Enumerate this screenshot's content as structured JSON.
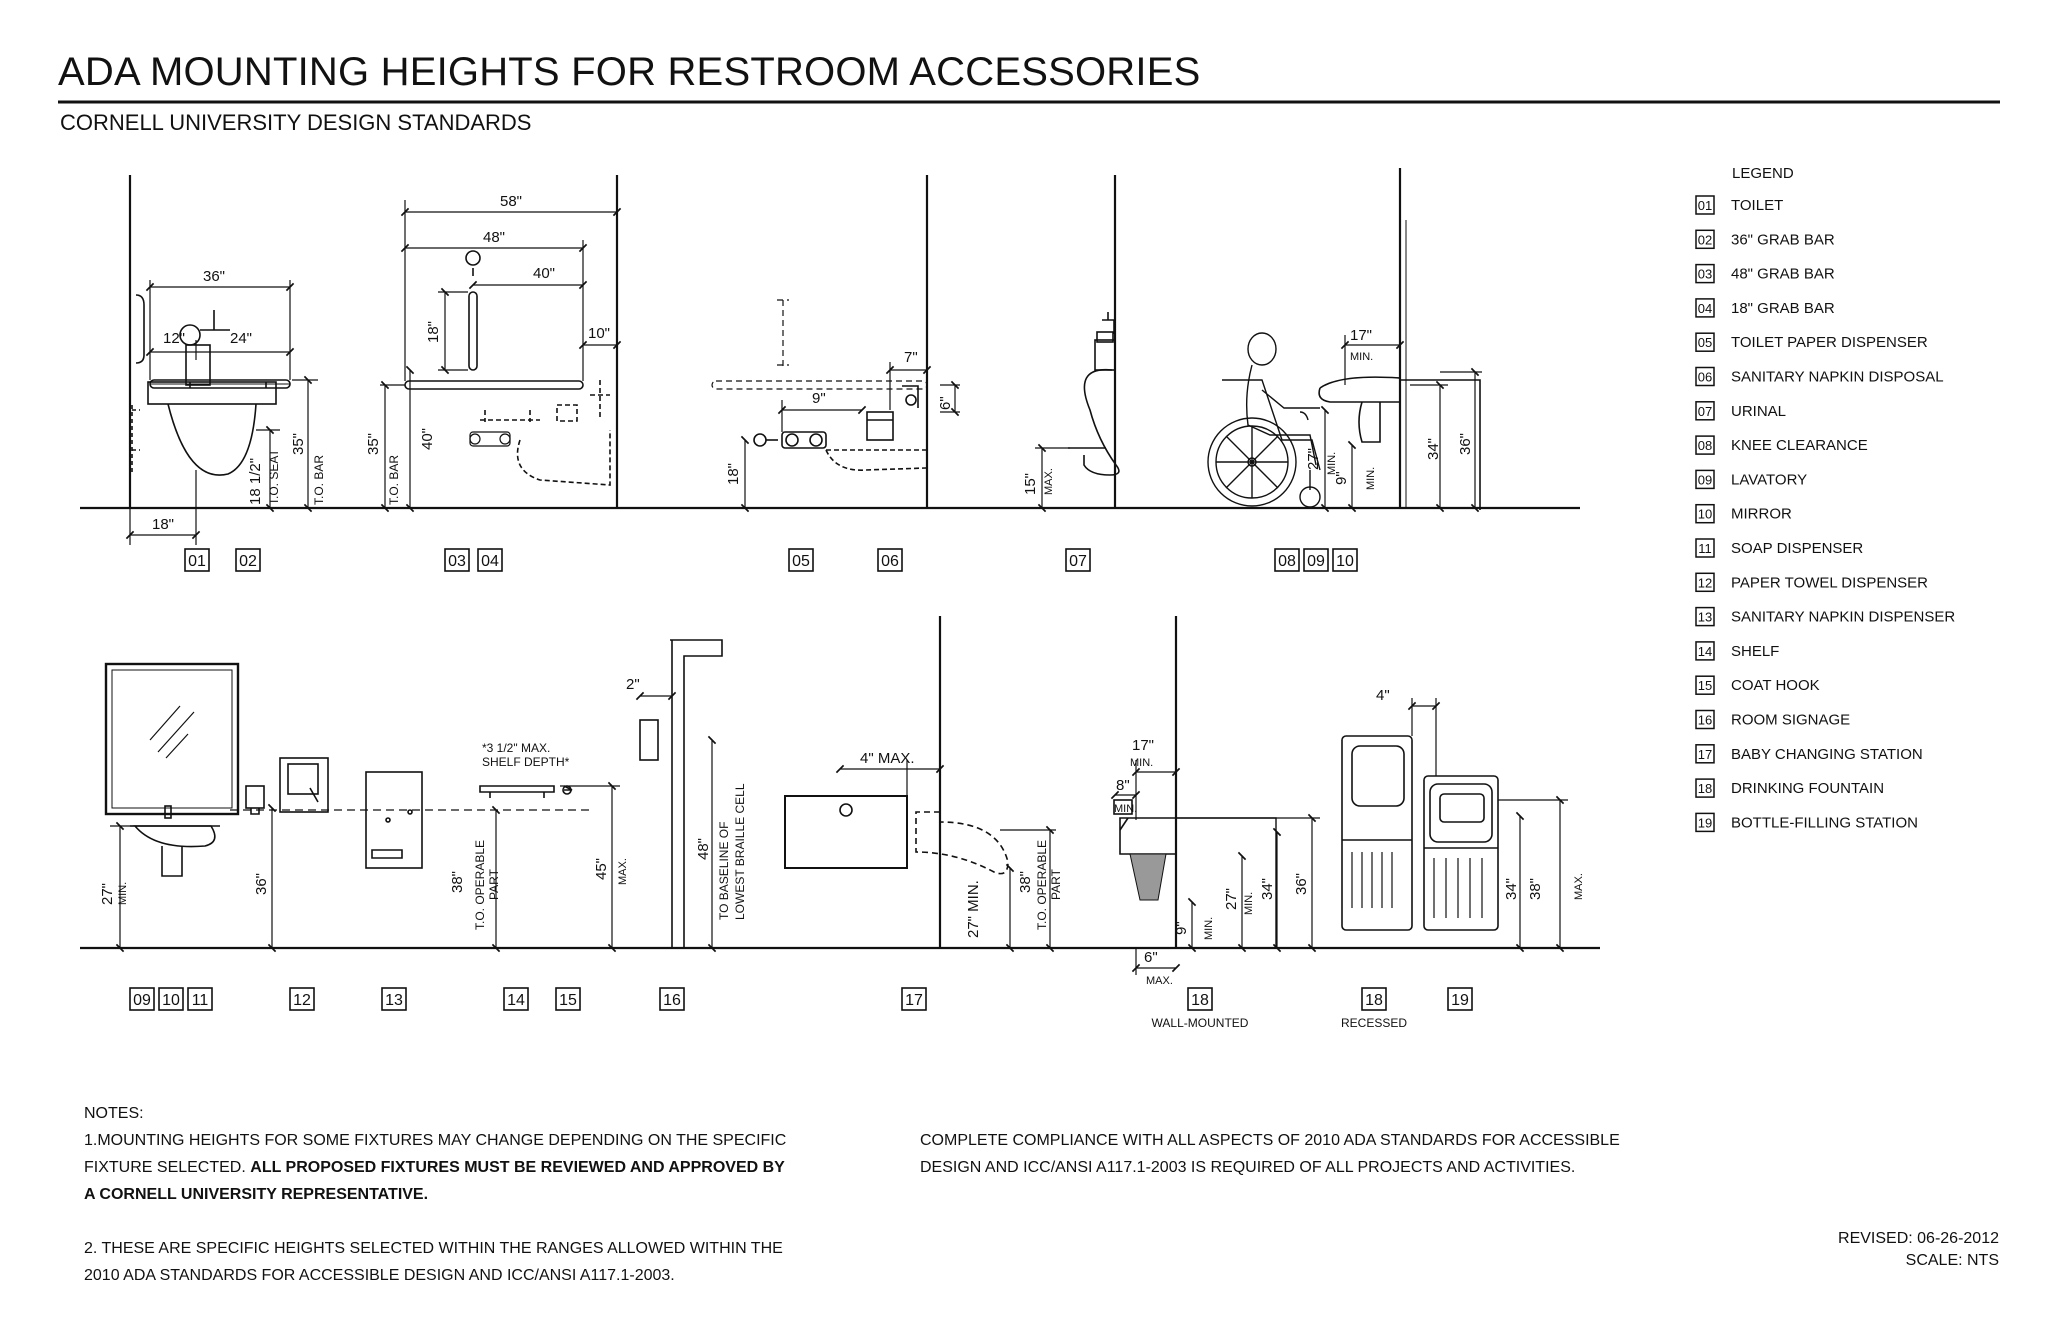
{
  "title": "ADA MOUNTING HEIGHTS FOR RESTROOM ACCESSORIES",
  "subtitle": "CORNELL UNIVERSITY DESIGN STANDARDS",
  "legend": {
    "heading": "LEGEND",
    "items": [
      {
        "num": "01",
        "label": "TOILET"
      },
      {
        "num": "02",
        "label": "36\" GRAB BAR"
      },
      {
        "num": "03",
        "label": "48\" GRAB BAR"
      },
      {
        "num": "04",
        "label": "18\" GRAB BAR"
      },
      {
        "num": "05",
        "label": "TOILET PAPER DISPENSER"
      },
      {
        "num": "06",
        "label": "SANITARY NAPKIN DISPOSAL"
      },
      {
        "num": "07",
        "label": "URINAL"
      },
      {
        "num": "08",
        "label": "KNEE CLEARANCE"
      },
      {
        "num": "09",
        "label": "LAVATORY"
      },
      {
        "num": "10",
        "label": "MIRROR"
      },
      {
        "num": "11",
        "label": "SOAP DISPENSER"
      },
      {
        "num": "12",
        "label": "PAPER TOWEL DISPENSER"
      },
      {
        "num": "13",
        "label": "SANITARY NAPKIN DISPENSER"
      },
      {
        "num": "14",
        "label": "SHELF"
      },
      {
        "num": "15",
        "label": "COAT HOOK"
      },
      {
        "num": "16",
        "label": "ROOM SIGNAGE"
      },
      {
        "num": "17",
        "label": "BABY CHANGING STATION"
      },
      {
        "num": "18",
        "label": "DRINKING FOUNTAIN"
      },
      {
        "num": "19",
        "label": "BOTTLE-FILLING STATION"
      }
    ]
  },
  "dims": {
    "d36": "36\"",
    "d12": "12\"",
    "d24": "24\"",
    "d18": "18\"",
    "d18half": "18 1/2\"",
    "tos": "T.O. SEAT",
    "tob": "T.O. BAR",
    "d35": "35\"",
    "d58": "58\"",
    "d48": "48\"",
    "d40": "40\"",
    "d10": "10\"",
    "d9": "9\"",
    "d7": "7\"",
    "d6": "6\"",
    "d15": "15\"",
    "max": "MAX.",
    "min": "MIN.",
    "d17": "17\"",
    "d27": "27\"",
    "d34": "34\"",
    "d8": "8\"",
    "d2": "2\"",
    "d4": "4\"",
    "d4max": "4\" MAX.",
    "d45": "45\"",
    "d38": "38\"",
    "d27min": "27\" MIN.",
    "shelf1": "*3 1/2\" MAX.",
    "shelf2": "SHELF DEPTH*",
    "toop1": "T.O. OPERABLE",
    "toop2": "PART",
    "braille1": "TO BASELINE OF",
    "braille2": "LOWEST BRAILLE CELL",
    "wallmounted": "WALL-MOUNTED",
    "recessed": "RECESSED"
  },
  "tags": {
    "row1": [
      "01",
      "02",
      "03",
      "04",
      "05",
      "06",
      "07",
      "08",
      "09",
      "10"
    ],
    "row2": [
      "09",
      "10",
      "11",
      "12",
      "13",
      "14",
      "15",
      "16",
      "17",
      "18",
      "18",
      "19"
    ]
  },
  "notes": {
    "heading": "NOTES:",
    "n1a": "1.MOUNTING HEIGHTS FOR SOME FIXTURES MAY CHANGE DEPENDING ON THE SPECIFIC",
    "n1b": "FIXTURE SELECTED.",
    "n1bold1": "ALL PROPOSED FIXTURES MUST BE REVIEWED AND APPROVED BY",
    "n1bold2": "A CORNELL UNIVERSITY REPRESENTATIVE.",
    "n2a": "2. THESE ARE SPECIFIC HEIGHTS SELECTED WITHIN THE RANGES ALLOWED WITHIN THE",
    "n2b": "2010 ADA STANDARDS FOR ACCESSIBLE DESIGN AND ICC/ANSI A117.1-2003.",
    "c1": "COMPLETE COMPLIANCE WITH ALL ASPECTS OF 2010 ADA STANDARDS FOR ACCESSIBLE",
    "c2": "DESIGN AND ICC/ANSI A117.1-2003 IS REQUIRED OF ALL PROJECTS AND ACTIVITIES."
  },
  "revised": "REVISED: 06-26-2012",
  "scale": "SCALE: NTS"
}
